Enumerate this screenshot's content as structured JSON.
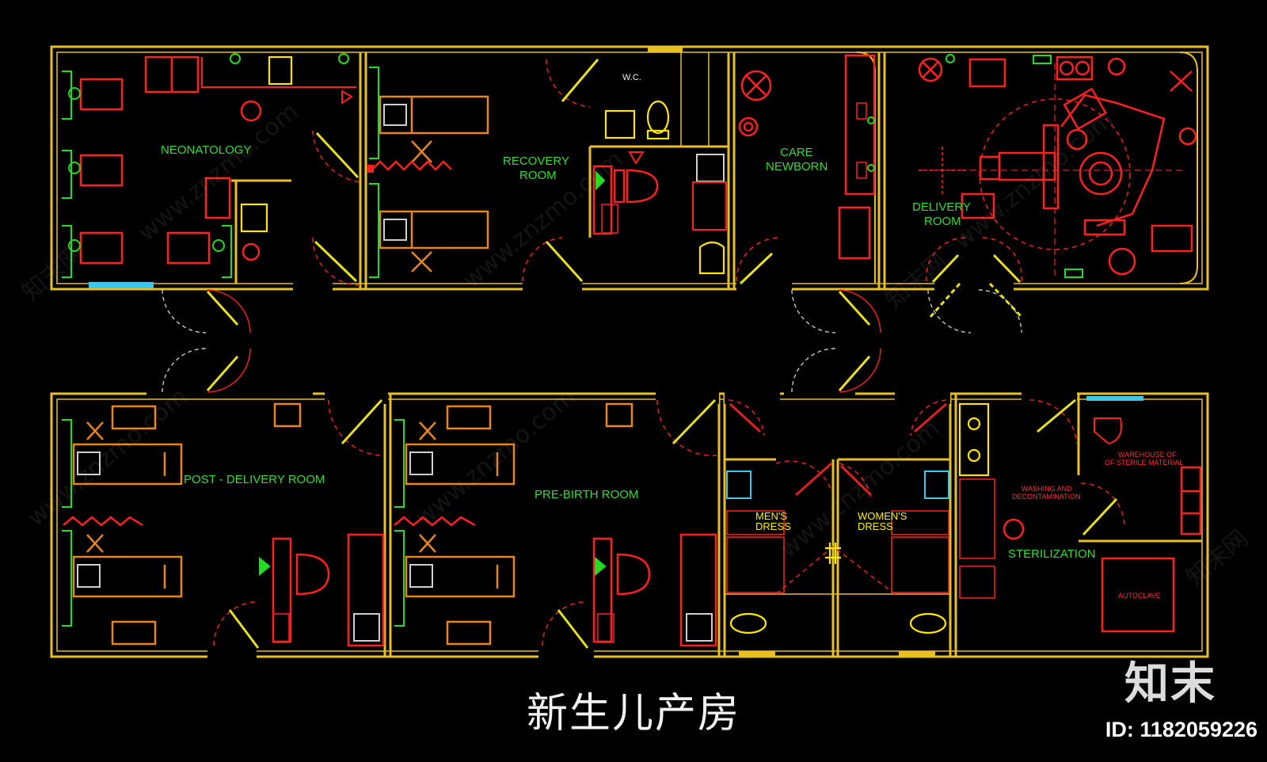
{
  "rooms": {
    "neonatology": "NEONATOLOGY",
    "recovery_line1": "RECOVERY",
    "recovery_line2": "ROOM",
    "wc": "W.C.",
    "care_line1": "CARE",
    "care_line2": "NEWBORN",
    "delivery_line1": "DELIVERY",
    "delivery_line2": "ROOM",
    "post_delivery": "POST - DELIVERY ROOM",
    "pre_birth": "PRE-BIRTH ROOM",
    "mens_line1": "MEN'S",
    "mens_line2": "DRESS",
    "womens_line1": "WOMEN'S",
    "womens_line2": "DRESS",
    "sterilization": "STERILIZATION",
    "washing_line1": "WASHING AND",
    "washing_line2": "DECONTAMINATION",
    "warehouse_line1": "WAREHOUSE OF",
    "warehouse_line2": "OF STERILE MATERIAL",
    "autoclave": "AUTOCLAVE"
  },
  "caption": "新生儿产房",
  "watermark": {
    "logo": "知末",
    "id_text": "ID: 1182059226",
    "site": "www.znzmo.com",
    "brand": "知末网"
  },
  "colors": {
    "wall": "#e8c020",
    "label_green": "#33dd33",
    "label_yellow": "#ffee00",
    "furniture_red": "#ff2020",
    "furniture_orange": "#e8861a",
    "door_swing": "#e02020",
    "window": "#3ec8e8",
    "background": "#000000"
  }
}
